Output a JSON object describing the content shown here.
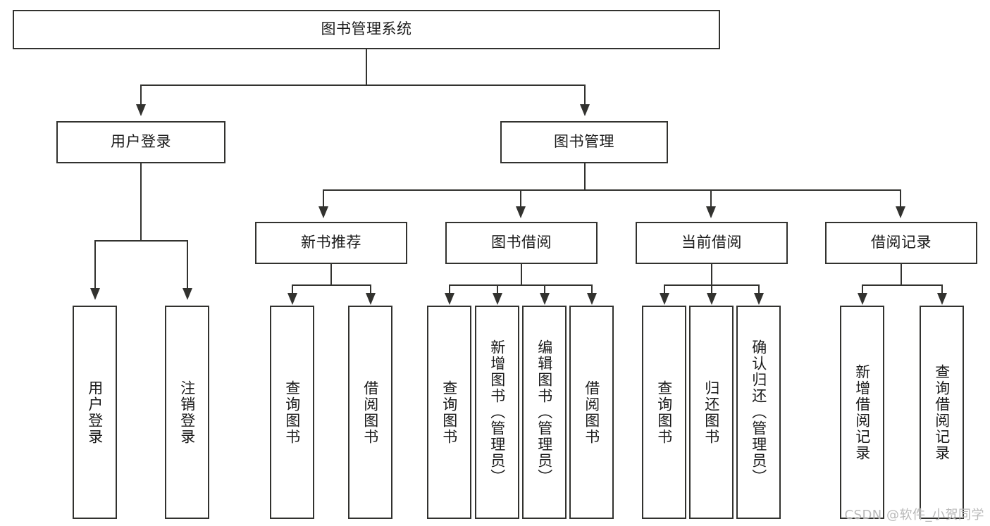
{
  "diagram": {
    "type": "hierarchy-tree",
    "title": "图书管理系统",
    "root": {
      "label": "图书管理系统"
    },
    "level2": [
      {
        "id": "user-login",
        "label": "用户登录"
      },
      {
        "id": "book-management",
        "label": "图书管理"
      }
    ],
    "level3": [
      {
        "id": "new-book-recommend",
        "label": "新书推荐",
        "parent": "book-management"
      },
      {
        "id": "book-borrow",
        "label": "图书借阅",
        "parent": "book-management"
      },
      {
        "id": "current-borrow",
        "label": "当前借阅",
        "parent": "book-management"
      },
      {
        "id": "borrow-record",
        "label": "借阅记录",
        "parent": "book-management"
      }
    ],
    "leaves": {
      "user_login": [
        {
          "id": "leaf-user-login",
          "label": "用户登录"
        },
        {
          "id": "leaf-user-logout",
          "label": "注销登录"
        }
      ],
      "new_book_recommend": [
        {
          "id": "leaf-query-book-1",
          "label": "查询图书"
        },
        {
          "id": "leaf-borrow-book-1",
          "label": "借阅图书"
        }
      ],
      "book_borrow": [
        {
          "id": "leaf-query-book-2",
          "label": "查询图书"
        },
        {
          "id": "leaf-add-book",
          "label": "新增图书（管理员）"
        },
        {
          "id": "leaf-edit-book",
          "label": "编辑图书（管理员）"
        },
        {
          "id": "leaf-borrow-book-2",
          "label": "借阅图书"
        }
      ],
      "current_borrow": [
        {
          "id": "leaf-query-book-3",
          "label": "查询图书"
        },
        {
          "id": "leaf-return-book",
          "label": "归还图书"
        },
        {
          "id": "leaf-confirm-return",
          "label": "确认归还（管理员）"
        }
      ],
      "borrow_record": [
        {
          "id": "leaf-add-borrow-record",
          "label": "新增借阅记录"
        },
        {
          "id": "leaf-query-borrow-record",
          "label": "查询借阅记录"
        }
      ]
    },
    "colors": {
      "border": "#32322f",
      "fill": "#ffffff",
      "text": "#1b1b1b",
      "watermark": "#b9b9b9"
    },
    "watermark": "CSDN @软件_小贺同学"
  }
}
